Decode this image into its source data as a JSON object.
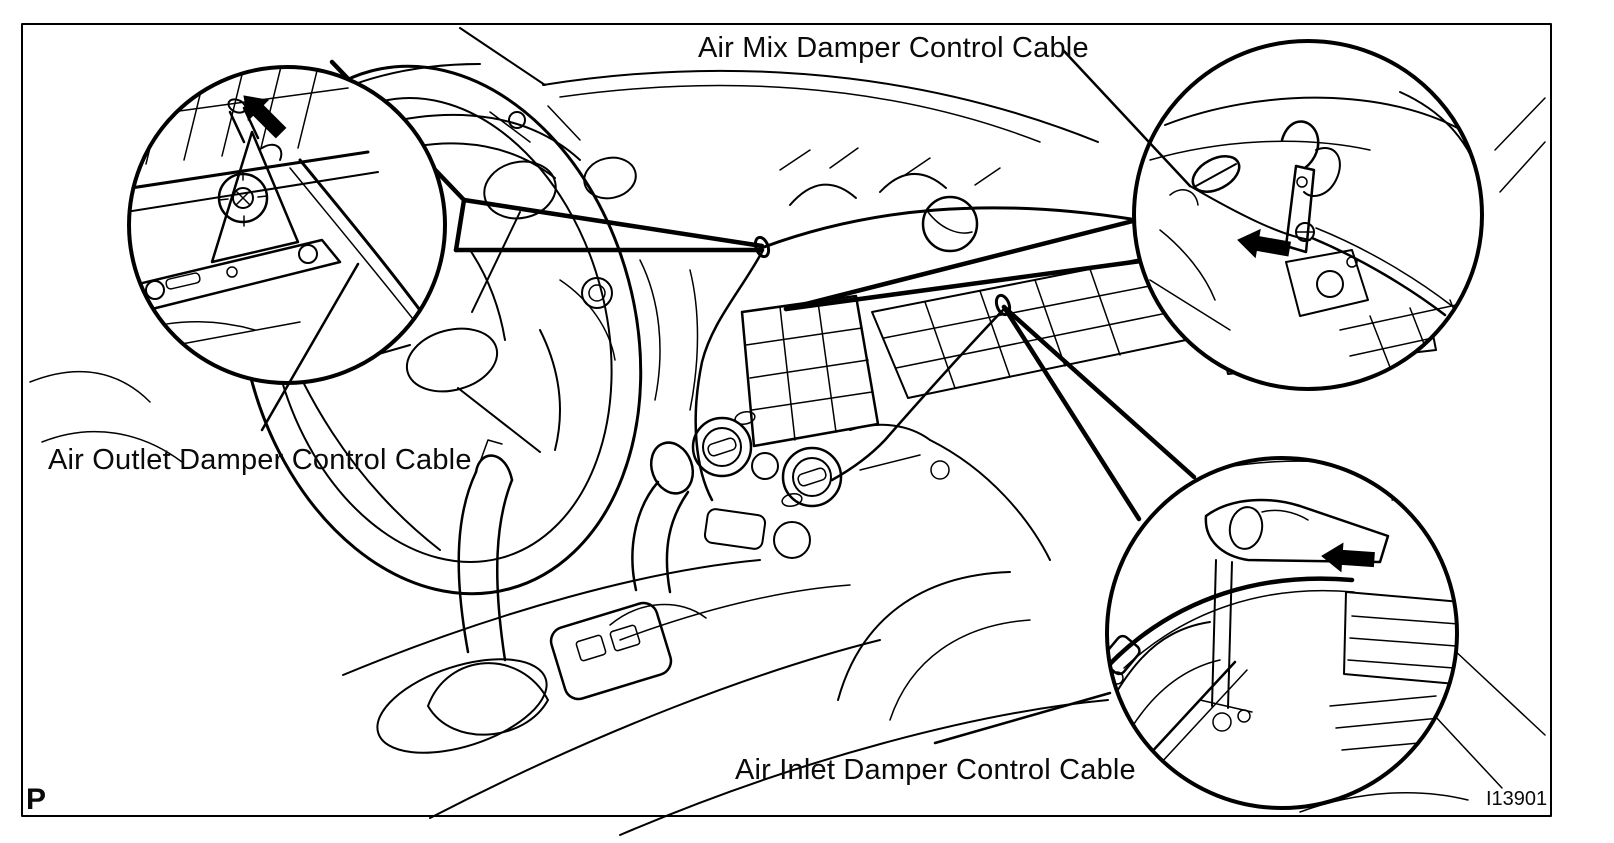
{
  "figure": {
    "type": "service-manual-illustration",
    "subject": "dashboard damper control cable locations",
    "labels": {
      "air_mix": "Air Mix Damper Control Cable",
      "air_outlet": "Air Outlet Damper Control Cable",
      "air_inlet": "Air Inlet Damper Control Cable"
    },
    "page_marker": "P",
    "figure_code": "I13901",
    "colors": {
      "line": "#000000",
      "background": "#ffffff",
      "arrow_fill": "#000000"
    },
    "callouts": [
      {
        "id": "air-outlet-detail",
        "position": "top-left",
        "points_to": "Air Outlet Damper Control Cable"
      },
      {
        "id": "air-mix-detail",
        "position": "top-right",
        "points_to": "Air Mix Damper Control Cable"
      },
      {
        "id": "air-inlet-detail",
        "position": "bottom-right",
        "points_to": "Air Inlet Damper Control Cable"
      }
    ]
  }
}
